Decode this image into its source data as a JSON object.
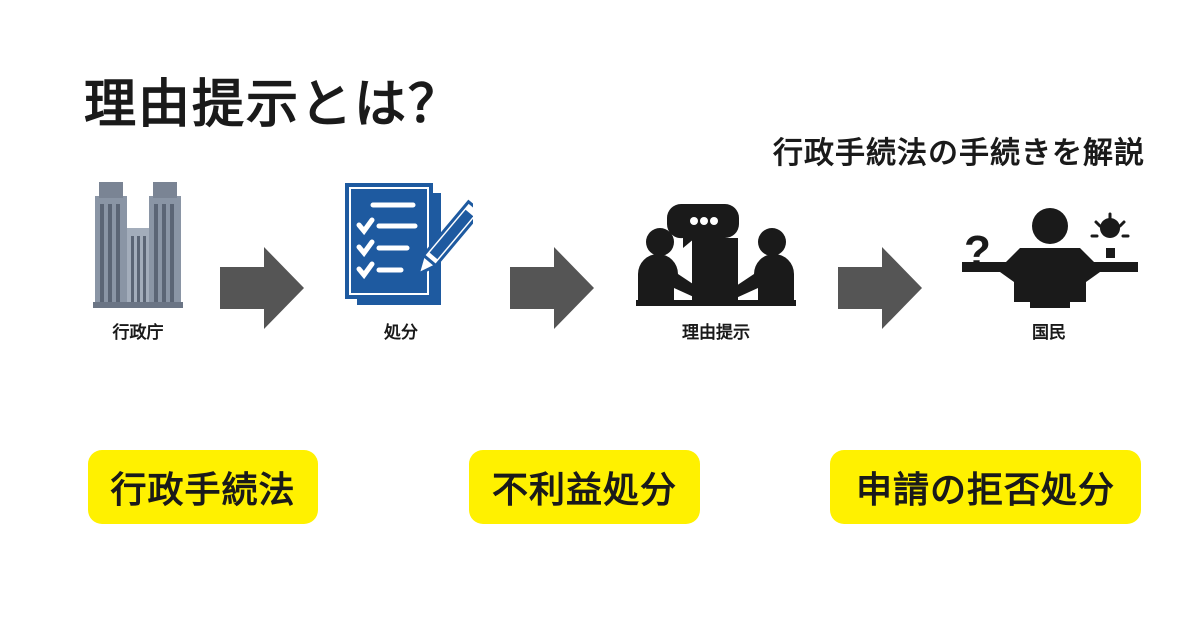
{
  "title": "理由提示とは？",
  "subtitle": "行政手続法の手続きを解説",
  "flow": {
    "step1": {
      "label": "行政庁",
      "icon": "government-building-icon"
    },
    "step2": {
      "label": "処分",
      "icon": "document-checklist-pen-icon"
    },
    "step3": {
      "label": "理由提示",
      "icon": "meeting-explanation-icon"
    },
    "step4": {
      "label": "国民",
      "icon": "citizen-question-idea-icon"
    }
  },
  "tags": [
    "行政手続法",
    "不利益処分",
    "申請の拒否処分"
  ],
  "colors": {
    "tag_bg": "#fff100",
    "arrow": "#555555",
    "doc_blue": "#1e5aa0",
    "text": "#1a1a1a"
  }
}
